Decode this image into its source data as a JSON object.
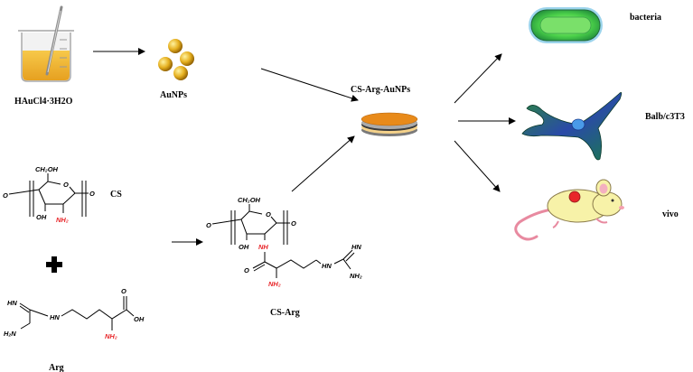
{
  "labels": {
    "haucl4": "HAuCl4·3H2O",
    "aunps": "AuNPs",
    "cs_arg_aunps": "CS-Arg-AuNPs",
    "cs": "CS",
    "cs_arg": "CS-Arg",
    "arg": "Arg",
    "bacteria": "bacteria",
    "balb": "Balb/c3T3",
    "vivo": "vivo"
  },
  "chem": {
    "ch2oh": "CH₂OH",
    "o": "O",
    "oh": "OH",
    "nh2": "NH₂",
    "nh": "NH",
    "hn": "HN",
    "h2n": "H₂N"
  },
  "colors": {
    "gold": "#e6b020",
    "gold_dark": "#b07a00",
    "red_text": "#e8262a",
    "disc_orange": "#e88a1a",
    "bacteria_green": "#4cd24a",
    "mouse_body": "#f7f2a8",
    "mouse_tail": "#e88aa0"
  }
}
